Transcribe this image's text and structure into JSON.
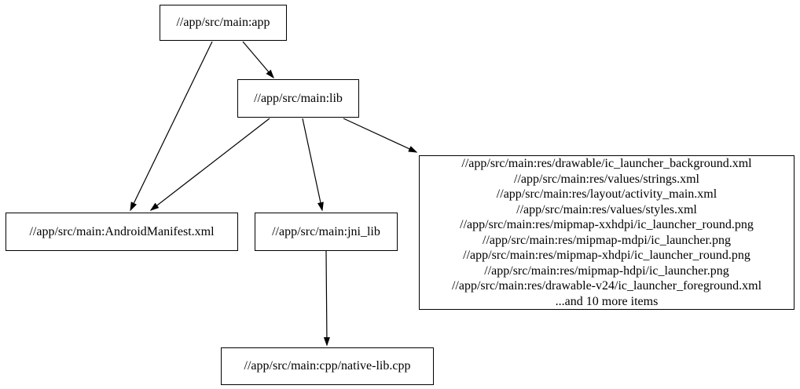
{
  "diagram": {
    "kind": "build-dependency-graph",
    "colors": {
      "background": "#ffffff",
      "node_border": "#000000",
      "text": "#000000",
      "edge": "#000000"
    },
    "nodes": {
      "app": {
        "label": "//app/src/main:app"
      },
      "lib": {
        "label": "//app/src/main:lib"
      },
      "manifest": {
        "label": "//app/src/main:AndroidManifest.xml"
      },
      "jni_lib": {
        "label": "//app/src/main:jni_lib"
      },
      "native_lib": {
        "label": "//app/src/main:cpp/native-lib.cpp"
      },
      "res_group": {
        "lines": [
          "//app/src/main:res/drawable/ic_launcher_background.xml",
          "//app/src/main:res/values/strings.xml",
          "//app/src/main:res/layout/activity_main.xml",
          "//app/src/main:res/values/styles.xml",
          "//app/src/main:res/mipmap-xxhdpi/ic_launcher_round.png",
          "//app/src/main:res/mipmap-mdpi/ic_launcher.png",
          "//app/src/main:res/mipmap-xhdpi/ic_launcher_round.png",
          "//app/src/main:res/mipmap-hdpi/ic_launcher.png",
          "//app/src/main:res/drawable-v24/ic_launcher_foreground.xml",
          "...and 10 more items"
        ]
      }
    },
    "edges": [
      {
        "from": "app",
        "to": "manifest"
      },
      {
        "from": "app",
        "to": "lib"
      },
      {
        "from": "lib",
        "to": "manifest"
      },
      {
        "from": "lib",
        "to": "jni_lib"
      },
      {
        "from": "lib",
        "to": "res_group"
      },
      {
        "from": "jni_lib",
        "to": "native_lib"
      }
    ]
  }
}
